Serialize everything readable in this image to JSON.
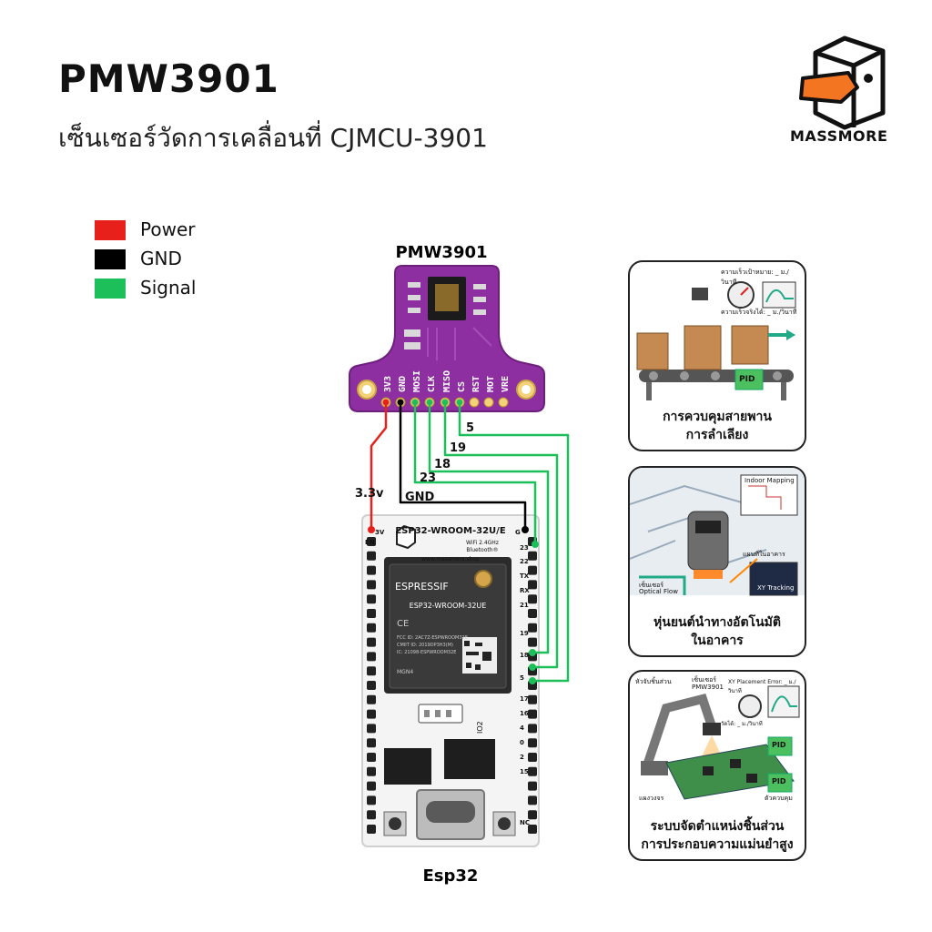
{
  "title": "PMW3901",
  "subtitle": "เซ็นเซอร์วัดการเคลื่อนที่ CJMCU-3901",
  "brand": {
    "name": "MASSMORE"
  },
  "legend": [
    {
      "label": "Power",
      "color": "#e8201c"
    },
    {
      "label": "GND",
      "color": "#000000"
    },
    {
      "label": "Signal",
      "color": "#1dbf5a"
    }
  ],
  "sensor": {
    "label": "PMW3901",
    "pins": [
      "3V3",
      "GND",
      "MOSI",
      "CLK",
      "MISO",
      "CS",
      "RST",
      "MOT",
      "VRE"
    ]
  },
  "wires": [
    {
      "label": "5",
      "type": "signal"
    },
    {
      "label": "19",
      "type": "signal"
    },
    {
      "label": "18",
      "type": "signal"
    },
    {
      "label": "23",
      "type": "signal"
    },
    {
      "label": "GND",
      "type": "gnd"
    },
    {
      "label": "3.3v",
      "type": "power"
    }
  ],
  "board": {
    "label": "Esp32",
    "silk_title": "ESP32-WROOM-32U/E",
    "silk_wifi": "WiFi 2.4GHz",
    "silk_bt": "Bluetooth®",
    "silk_url": "www.massmore.shop",
    "module_brand": "ESPRESSIF",
    "module_name": "ESP32-WROOM-32UE",
    "pin_3v": "3V",
    "pin_en": "EN",
    "pin_g": "G",
    "pin_23": "23",
    "pin_22": "22",
    "pin_tx": "TX",
    "pin_rx": "RX",
    "pin_21": "21",
    "pin_19": "19",
    "pin_18": "18",
    "pin_5": "5",
    "pin_17": "17",
    "pin_16": "16",
    "pin_4": "4",
    "pin_0": "0",
    "pin_2": "2",
    "pin_15": "15",
    "pin_nc": "NC",
    "io2": "IO2"
  },
  "panels": [
    {
      "caption_lines": [
        "การควบคุมสายพาน",
        "การลำเลียง"
      ],
      "labels": [
        "ความเร็วเป้าหมาย: _ ม./วินาที",
        "ความเร็วจริงได้: _ ม./วินาที",
        "PID"
      ]
    },
    {
      "caption_lines": [
        "หุ่นยนต์นำทางอัตโนมัติ",
        "ในอาคาร"
      ],
      "labels": [
        "Indoor Mapping",
        "แผนที่ในอาคาร",
        "เซ็นเซอร์",
        "Optical Flow",
        "XY Tracking"
      ]
    },
    {
      "caption_lines": [
        "ระบบจัดตำแหน่งชิ้นส่วน",
        "การประกอบความแม่นยำสูง"
      ],
      "labels": [
        "หัวจับชิ้นส่วน",
        "เซ็นเซอร์",
        "PMW3901",
        "XY Placement Error: _ ม./วินาที",
        "วัดได้: _ ม./วินาที",
        "PID",
        "PID",
        "แผงวงจร",
        "ตัวควบคุม"
      ]
    }
  ],
  "colors": {
    "pcb": "#8d2fa0",
    "board": "#f4f4f4",
    "module": "#2b2b2b",
    "power": "#e8201c",
    "signal": "#1dbf5a",
    "gnd": "#000000"
  }
}
